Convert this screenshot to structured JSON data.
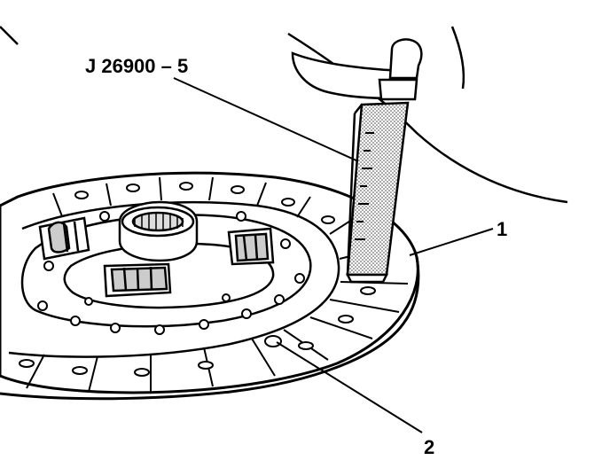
{
  "labels": {
    "tool": "J 26900 – 5",
    "callout_1": "1",
    "callout_2": "2"
  },
  "icons": [
    "clutch-disc-illustration",
    "dial-indicator-tool-illustration",
    "hub-spline-icon"
  ],
  "colors": {
    "ink": "#000000",
    "paper": "#ffffff",
    "stipple": "#bdbdbd"
  }
}
